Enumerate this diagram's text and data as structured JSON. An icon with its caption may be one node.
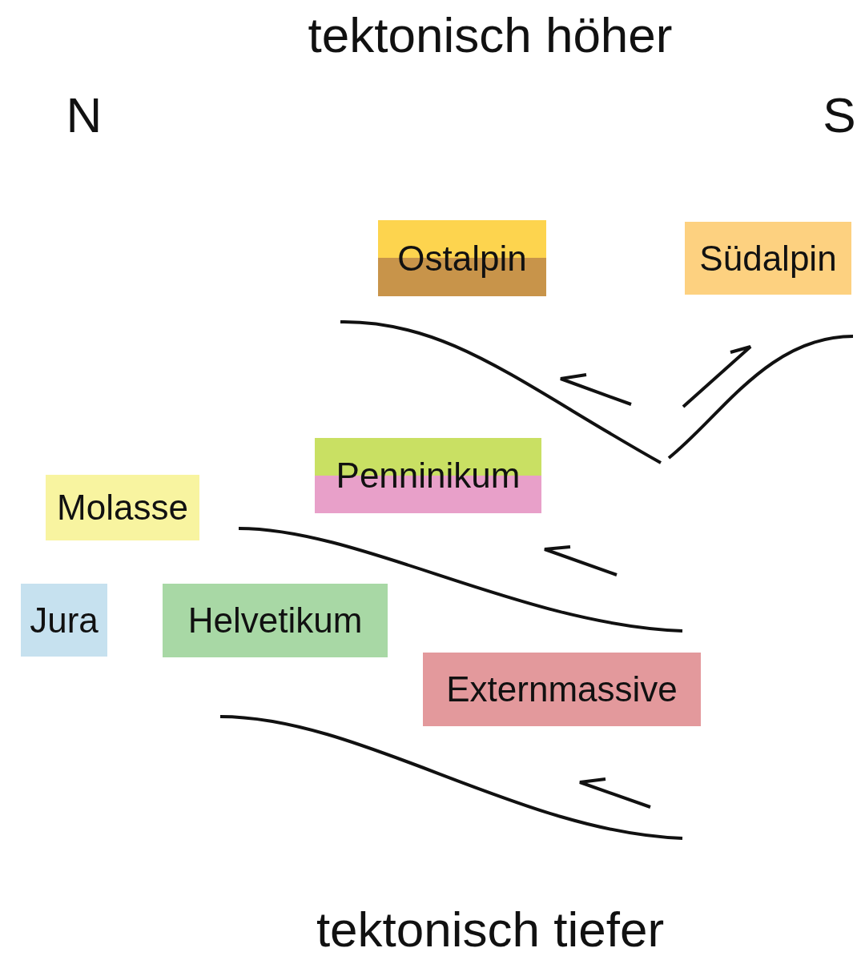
{
  "diagram": {
    "nodes": [
      {
        "text": [
          "Ostalpin"
        ]
      },
      {
        "text": [
          "Südalpin"
        ]
      },
      {
        "text": [
          "Penninikum"
        ]
      },
      {
        "text": [
          "Molasse"
        ]
      },
      {
        "text": [
          "Jura"
        ]
      },
      {
        "text": [
          "Helvetikum"
        ]
      },
      {
        "text": [
          "Externmassive"
        ]
      }
    ],
    "labels": [
      "tektonisch höher",
      "N",
      "S",
      "tektonisch tiefer"
    ]
  }
}
